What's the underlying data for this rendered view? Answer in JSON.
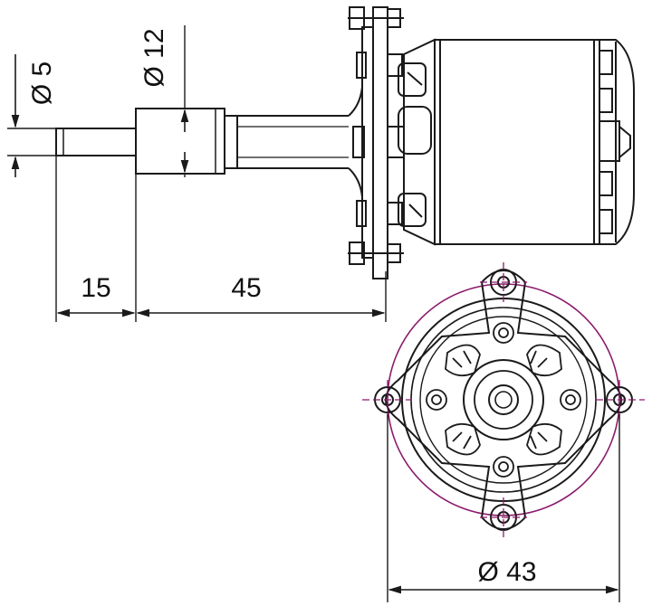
{
  "drawing": {
    "dim_shaft_diameter": "Ø 5",
    "dim_collar_diameter": "Ø 12",
    "dim_shaft_length": "15",
    "dim_body_length": "45",
    "dim_mount_diameter": "Ø 43",
    "colors": {
      "line": "#1a1a1a",
      "center_line": "#8b1a6b"
    }
  }
}
